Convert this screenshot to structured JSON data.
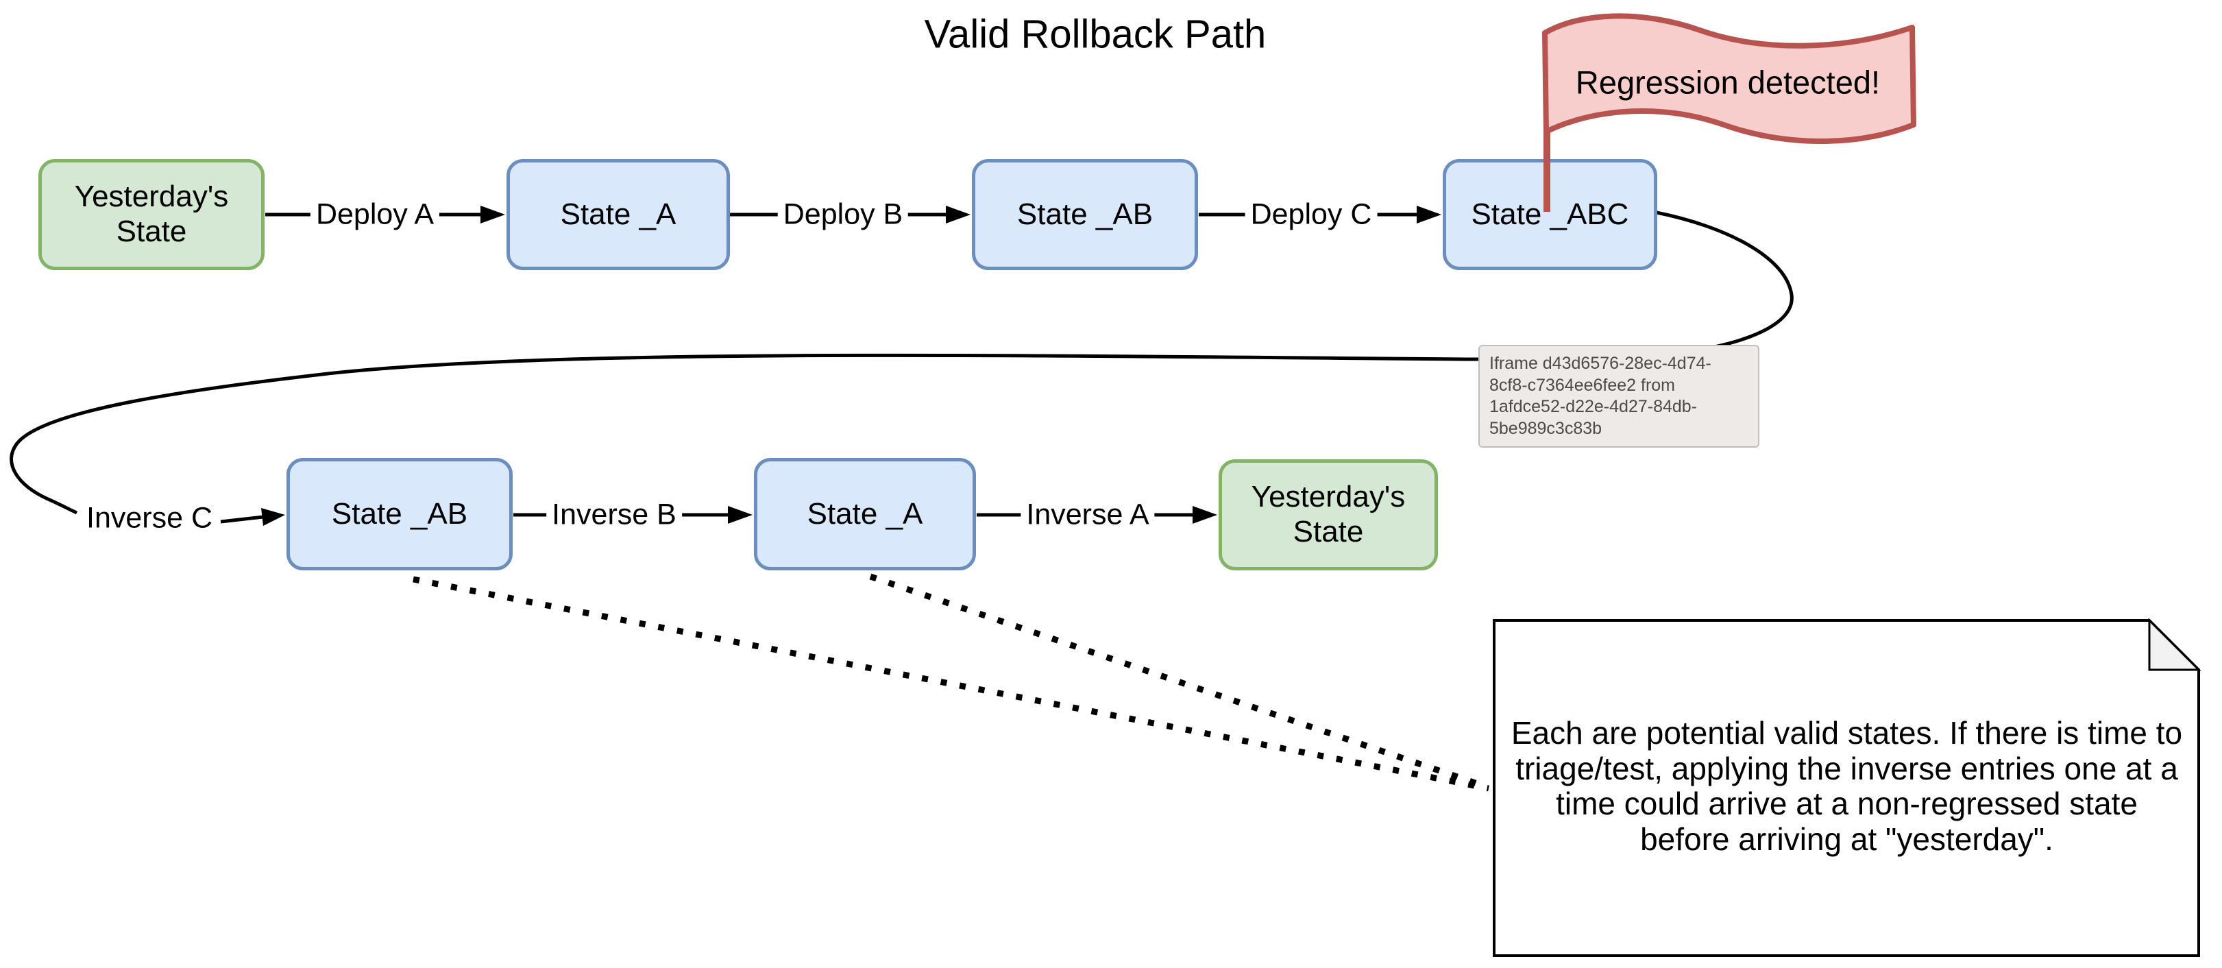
{
  "title": "Valid Rollback Path",
  "flag": {
    "label": "Regression detected!"
  },
  "nodes": {
    "yesterday": "Yesterday's State",
    "state_a": "State _A",
    "state_ab": "State _AB",
    "state_abc": "State _ABC"
  },
  "edges": {
    "deploy_a": "Deploy A",
    "deploy_b": "Deploy B",
    "deploy_c": "Deploy C",
    "inverse_c": "Inverse C",
    "inverse_b": "Inverse B",
    "inverse_a": "Inverse A"
  },
  "tooltip": {
    "text": "Iframe d43d6576-28ec-4d74-8cf8-c7364ee6fee2 from 1afdce52-d22e-4d27-84db-5be989c3c83b"
  },
  "note": {
    "text": "Each are potential valid states. If there is time to triage/test, applying the inverse entries one at a time could arrive at a non-regressed state before arriving at \"yesterday\"."
  },
  "colors": {
    "state_fill": "#dae8fc",
    "state_stroke": "#6c8ebf",
    "terminal_fill": "#d5e8d4",
    "terminal_stroke": "#82b366",
    "flag_fill": "#f8cecc",
    "flag_stroke": "#b85450",
    "edge_stroke": "#000000",
    "note_fill": "#ffffff",
    "tooltip_bg": "#edeae7"
  }
}
